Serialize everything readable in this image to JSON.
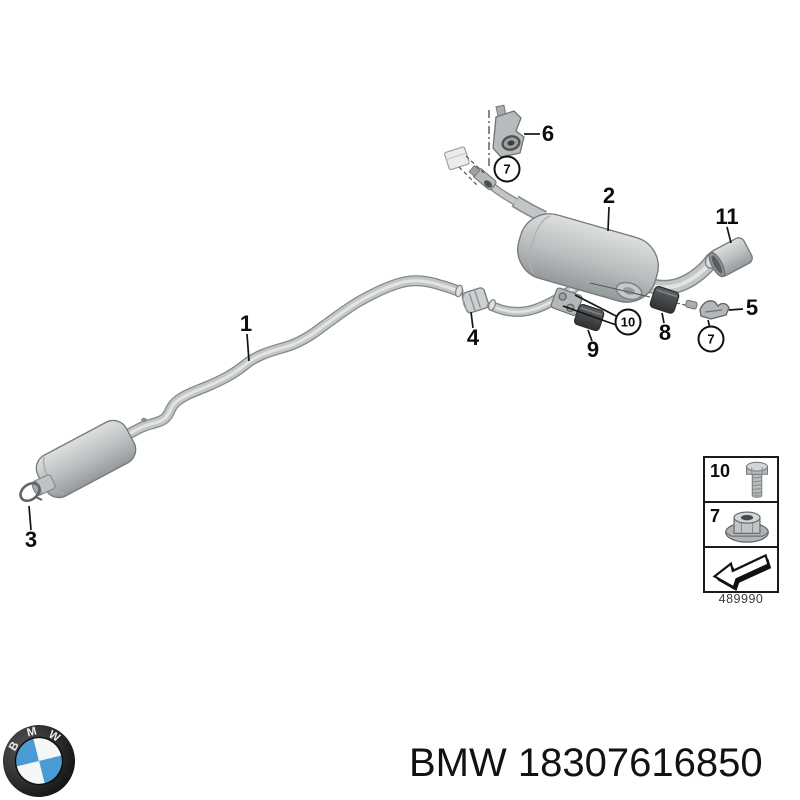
{
  "diagram": {
    "description_icon": "exhaust-system-exploded-diagram",
    "callouts": [
      {
        "label": "1"
      },
      {
        "label": "2"
      },
      {
        "label": "3"
      },
      {
        "label": "4"
      },
      {
        "label": "5"
      },
      {
        "label": "6"
      },
      {
        "label": "7"
      },
      {
        "label": "8"
      },
      {
        "label": "9"
      },
      {
        "label": "10"
      },
      {
        "label": "11"
      },
      {
        "label": "7"
      }
    ]
  },
  "legend": {
    "rows": [
      {
        "label": "10",
        "icon": "bolt-icon"
      },
      {
        "label": "7",
        "icon": "flange-nut-icon"
      },
      {
        "label": "",
        "icon": "direction-arrow-icon"
      }
    ],
    "part_code": "489990"
  },
  "footer": {
    "logo_icon": "bmw-roundel-logo",
    "logo_letters": [
      "B",
      "M",
      "W"
    ],
    "logo_colors": {
      "ring": "#1a1a1a",
      "blue": "#4a9bd4",
      "white": "#f4f6f7"
    },
    "part_title": "BMW 18307616850"
  }
}
